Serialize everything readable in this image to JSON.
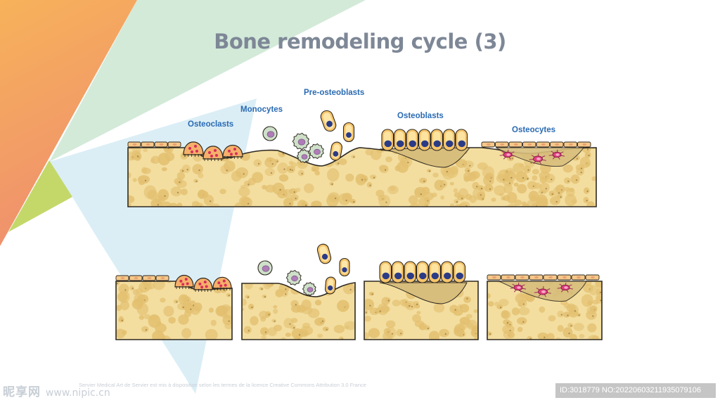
{
  "title": "Bone remodeling cycle (3)",
  "labels": {
    "osteoclasts": "Osteoclasts",
    "monocytes": "Monocytes",
    "pre_osteoblasts": "Pre-osteoblasts",
    "osteoblasts": "Osteoblasts",
    "osteocytes": "Osteocytes"
  },
  "credit": "Servier Medical Art de Servier est mis à disposition selon les termes de la licence Creative Commons Attribution 3.0 France",
  "watermark": {
    "brand": "昵享网",
    "url": "www.nipic.cn"
  },
  "image_id": "ID:3018779 NO:20220603211935079106",
  "colors": {
    "bone": "#f3dea0",
    "bone_spot": "#e3c070",
    "bone_outline": "#2e2820",
    "lining_cell": "#f6c98a",
    "osteoclast": "#f5b06a",
    "osteoclast_nucleus": "#d62e5a",
    "osteoblast": "#f6c46a",
    "osteoblast_nucleus": "#2b3b86",
    "monocyte": "#cfe0c9",
    "monocyte_nucleus": "#b07cb8",
    "osteocyte": "#e03f7c",
    "osteoid": "#d8be7c",
    "label_blue": "#2a6bb3",
    "title_gray": "#7d8796"
  },
  "background_shapes": [
    "orange-wedge",
    "green-wedge",
    "yellow-triangle",
    "light-blue-triangle",
    "white-triangle"
  ]
}
